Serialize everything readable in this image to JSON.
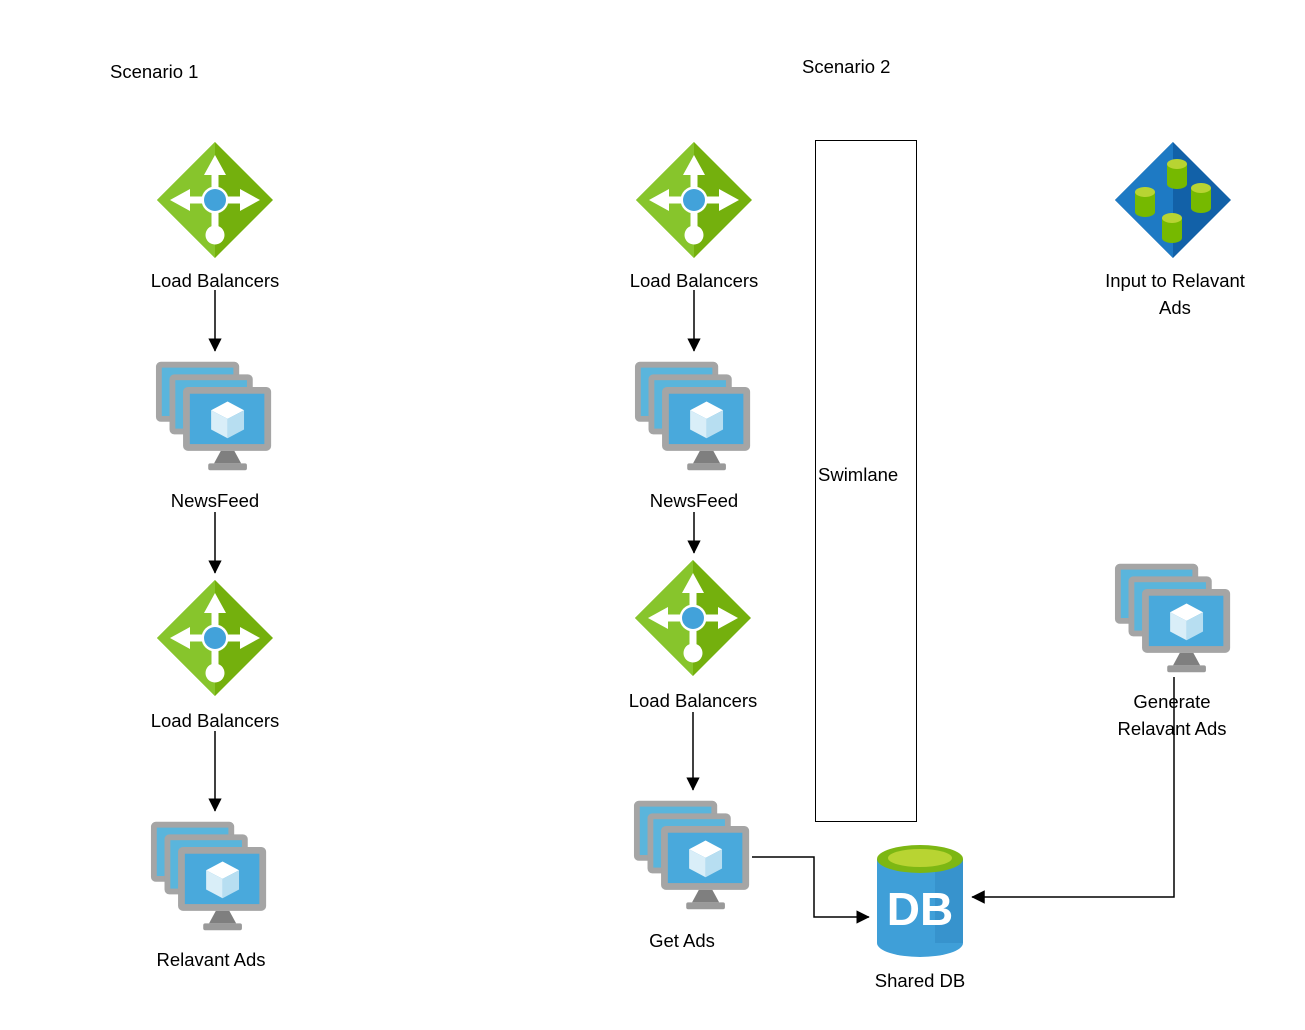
{
  "scenario1": {
    "title": "Scenario 1",
    "nodes": {
      "lb1": {
        "label": "Load Balancers",
        "icon": "load-balancer-icon"
      },
      "newsfeed": {
        "label": "NewsFeed",
        "icon": "vm-stack-icon"
      },
      "lb2": {
        "label": "Load Balancers",
        "icon": "load-balancer-icon"
      },
      "relavant_ads": {
        "label": "Relavant Ads",
        "icon": "vm-stack-icon"
      }
    }
  },
  "scenario2": {
    "title": "Scenario 2",
    "nodes": {
      "lb1": {
        "label": "Load Balancers",
        "icon": "load-balancer-icon"
      },
      "newsfeed": {
        "label": "NewsFeed",
        "icon": "vm-stack-icon"
      },
      "lb2": {
        "label": "Load Balancers",
        "icon": "load-balancer-icon"
      },
      "get_ads": {
        "label": "Get Ads",
        "icon": "vm-stack-icon"
      }
    }
  },
  "swimlane": {
    "label": "Swimlane"
  },
  "right_section": {
    "input_node": {
      "label": "Input to Relavant Ads",
      "icon": "input-data-diamond-icon"
    },
    "generate_node": {
      "label": "Generate Relavant Ads",
      "icon": "vm-stack-icon"
    },
    "shared_db": {
      "label": "Shared DB",
      "db_text": "DB",
      "icon": "database-cylinder-icon"
    }
  },
  "icons": {
    "load_balancer": "green-diamond-with-cross-arrows",
    "vm_stack": "three-stacked-monitors-with-cube",
    "input_data": "blue-diamond-with-four-green-cylinders",
    "database": "blue-cylinder-with-green-top"
  },
  "colors": {
    "lb_green": "#74b00d",
    "lb_green_light": "#87c52c",
    "lb_center_blue": "#42a2da",
    "monitor_blue": "#49a9dc",
    "monitor_frame_gray": "#a5a5a5",
    "input_diamond_blue": "#1e7ac4",
    "cylinder_green": "#76b900",
    "cylinder_green_light": "#b8d432",
    "db_blue": "#3f9fd8",
    "db_top_green": "#b8d432",
    "connector": "#000000",
    "background": "#ffffff"
  }
}
